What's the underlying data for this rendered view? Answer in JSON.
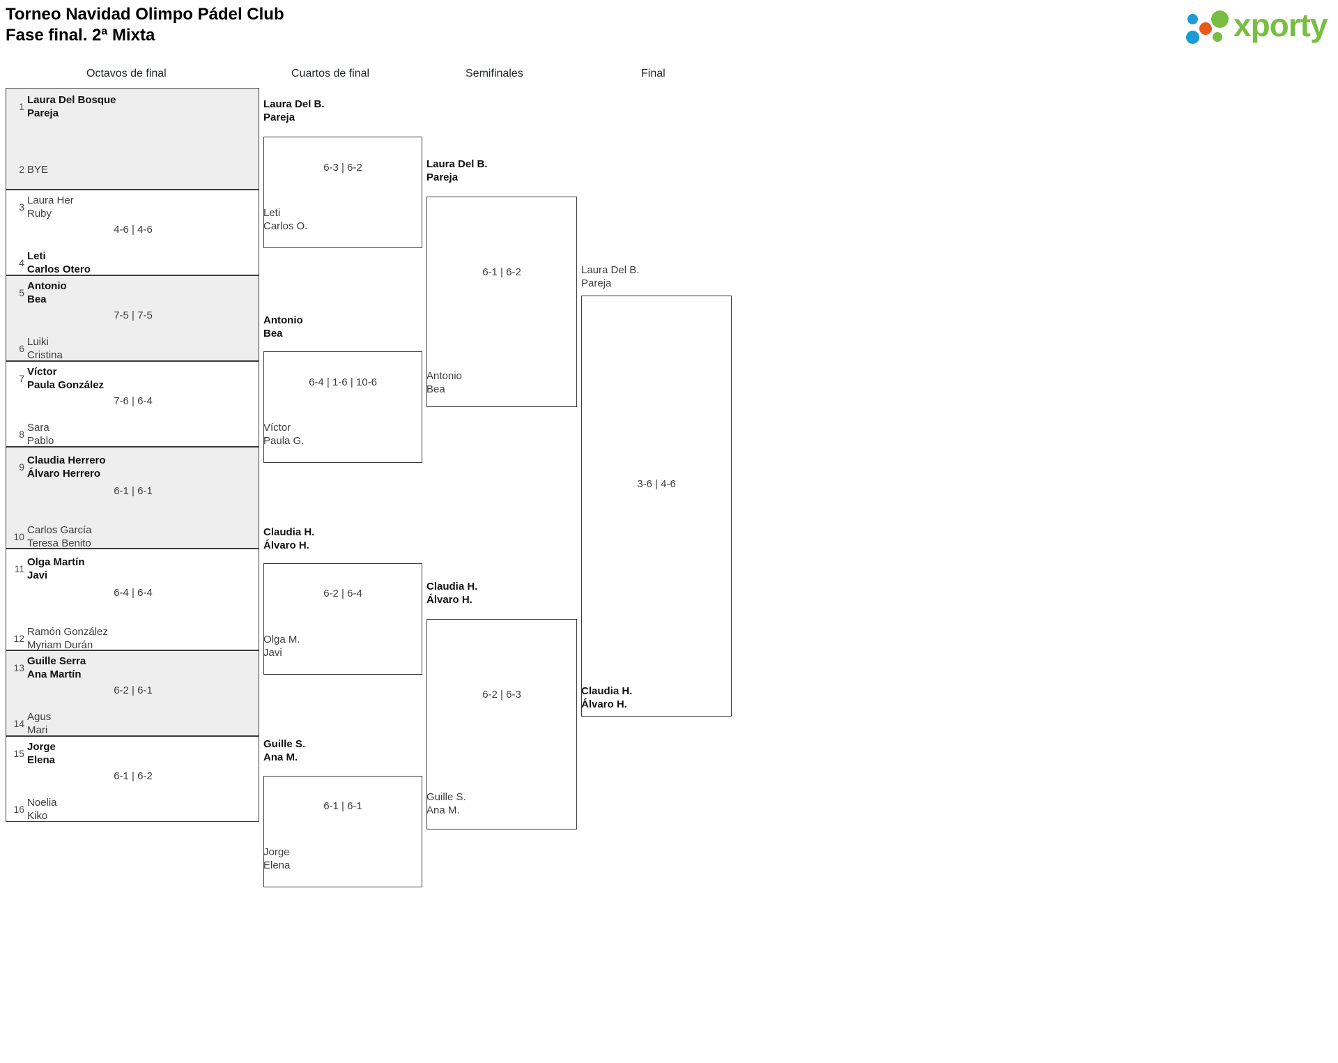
{
  "header": {
    "title_line1": "Torneo Navidad Olimpo Pádel Club",
    "title_line2": "Fase final. 2ª Mixta",
    "logo_word": "xporty",
    "logo_colors": {
      "blue": "#1b9ad6",
      "orange": "#e8591a",
      "green": "#79be43"
    }
  },
  "rounds": [
    {
      "label": "Octavos de final"
    },
    {
      "label": "Cuartos de final"
    },
    {
      "label": "Semifinales"
    },
    {
      "label": "Final"
    }
  ],
  "colors": {
    "shade": "#eeeeee",
    "line": "#3a3a3a",
    "text": "#3c3c3c",
    "winner_text": "#111111"
  },
  "round1": [
    {
      "seed_a": "1",
      "a1": "Laura Del Bosque",
      "a2": "Pareja",
      "a_win": true,
      "seed_b": "2",
      "b1": "BYE",
      "b2": "",
      "b_win": false,
      "score": ""
    },
    {
      "seed_a": "3",
      "a1": "Laura Her",
      "a2": "Ruby",
      "a_win": false,
      "seed_b": "4",
      "b1": "Leti",
      "b2": "Carlos Otero",
      "b_win": true,
      "score": "4-6 | 4-6"
    },
    {
      "seed_a": "5",
      "a1": "Antonio",
      "a2": "Bea",
      "a_win": true,
      "seed_b": "6",
      "b1": "Luiki",
      "b2": "Cristina",
      "b_win": false,
      "score": "7-5 | 7-5"
    },
    {
      "seed_a": "7",
      "a1": "Víctor",
      "a2": "Paula González",
      "a_win": true,
      "seed_b": "8",
      "b1": "Sara",
      "b2": "Pablo",
      "b_win": false,
      "score": "7-6 | 6-4"
    },
    {
      "seed_a": "9",
      "a1": "Claudia Herrero",
      "a2": "Álvaro Herrero",
      "a_win": true,
      "seed_b": "10",
      "b1": "Carlos García",
      "b2": "Teresa Benito",
      "b_win": false,
      "score": "6-1 | 6-1"
    },
    {
      "seed_a": "11",
      "a1": "Olga Martín",
      "a2": "Javi",
      "a_win": true,
      "seed_b": "12",
      "b1": "Ramón González",
      "b2": "Myriam Durán",
      "b_win": false,
      "score": "6-4 | 6-4"
    },
    {
      "seed_a": "13",
      "a1": "Guille Serra",
      "a2": "Ana Martín",
      "a_win": true,
      "seed_b": "14",
      "b1": "Agus",
      "b2": "Mari",
      "b_win": false,
      "score": "6-2 | 6-1"
    },
    {
      "seed_a": "15",
      "a1": "Jorge",
      "a2": "Elena",
      "a_win": true,
      "seed_b": "16",
      "b1": "Noelia",
      "b2": "Kiko",
      "b_win": false,
      "score": "6-1 | 6-2"
    }
  ],
  "round2": [
    {
      "a1": "Laura Del B.",
      "a2": "Pareja",
      "a_win": true,
      "b1": "Leti",
      "b2": "Carlos O.",
      "b_win": false,
      "score": "6-3 | 6-2"
    },
    {
      "a1": "Antonio",
      "a2": "Bea",
      "a_win": true,
      "b1": "Víctor",
      "b2": "Paula G.",
      "b_win": false,
      "score": "6-4 | 1-6 | 10-6"
    },
    {
      "a1": "Claudia H.",
      "a2": "Álvaro H.",
      "a_win": true,
      "b1": "Olga M.",
      "b2": "Javi",
      "b_win": false,
      "score": "6-2 | 6-4"
    },
    {
      "a1": "Guille S.",
      "a2": "Ana M.",
      "a_win": true,
      "b1": "Jorge",
      "b2": "Elena",
      "b_win": false,
      "score": "6-1 | 6-1"
    }
  ],
  "round3": [
    {
      "a1": "Laura Del B.",
      "a2": "Pareja",
      "a_win": true,
      "b1": "Antonio",
      "b2": "Bea",
      "b_win": false,
      "score": "6-1 | 6-2"
    },
    {
      "a1": "Claudia H.",
      "a2": "Álvaro H.",
      "a_win": true,
      "b1": "Guille S.",
      "b2": "Ana M.",
      "b_win": false,
      "score": "6-2 | 6-3"
    }
  ],
  "round4": [
    {
      "a1": "Laura Del B.",
      "a2": "Pareja",
      "a_win": false,
      "b1": "Claudia H.",
      "b2": "Álvaro H.",
      "b_win": true,
      "score": "3-6 | 4-6"
    }
  ]
}
